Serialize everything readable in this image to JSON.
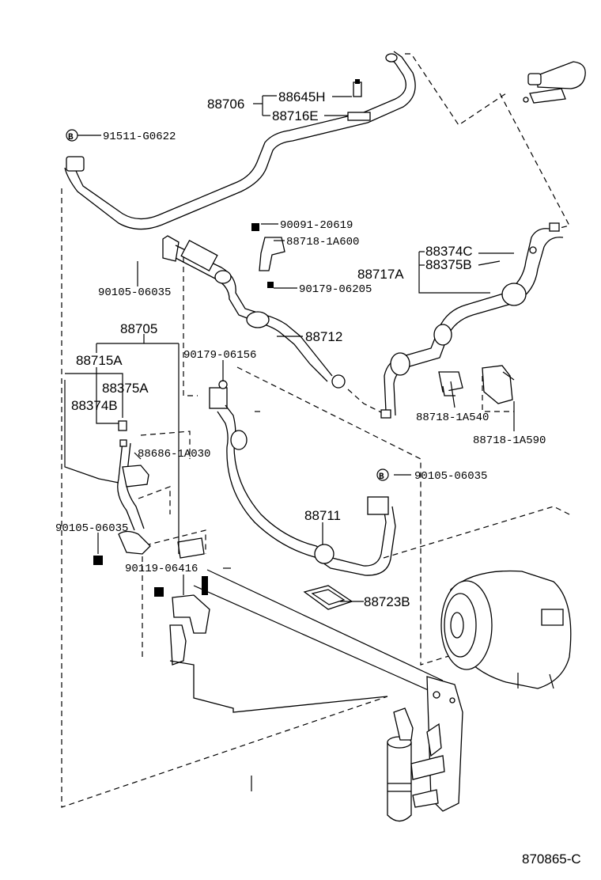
{
  "diagram_code": "870865-C",
  "labels": {
    "l88706": "88706",
    "l88645H": "88645H",
    "l88716E": "88716E",
    "l91511": "91511-G0622",
    "l90091": "90091-20619",
    "l88718_1A600": "88718-1A600",
    "l88374C": "88374C",
    "l88375B": "88375B",
    "l88717A": "88717A",
    "l90105_a": "90105-06035",
    "l90179_06205": "90179-06205",
    "l88712": "88712",
    "l88705": "88705",
    "l88715A": "88715A",
    "l88375A": "88375A",
    "l88374B": "88374B",
    "l90179_06156": "90179-06156",
    "l88718_1A540": "88718-1A540",
    "l88718_1A590": "88718-1A590",
    "l88686": "88686-1A030",
    "l90105_b": "90105-06035",
    "l88711": "88711",
    "l90105_c": "90105-06035",
    "l90119": "90119-06416",
    "l88723B": "88723B"
  },
  "markers": {
    "b1": "B",
    "b2": "B"
  }
}
